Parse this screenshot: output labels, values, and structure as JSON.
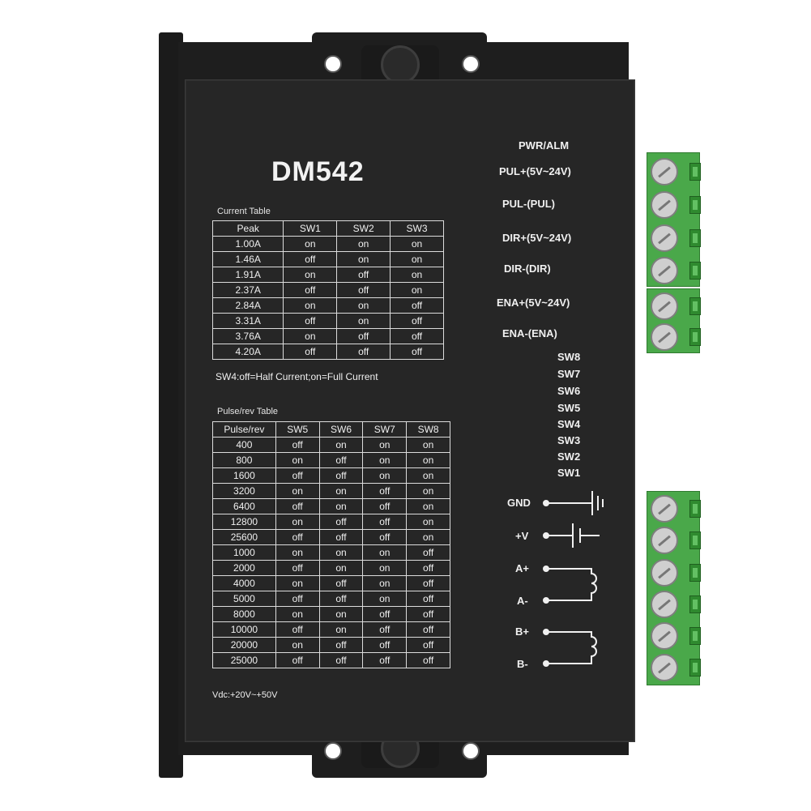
{
  "product": {
    "model": "DM542"
  },
  "current_table": {
    "title": "Current Table",
    "headers": [
      "Peak",
      "SW1",
      "SW2",
      "SW3"
    ],
    "rows": [
      [
        "1.00A",
        "on",
        "on",
        "on"
      ],
      [
        "1.46A",
        "off",
        "on",
        "on"
      ],
      [
        "1.91A",
        "on",
        "off",
        "on"
      ],
      [
        "2.37A",
        "off",
        "off",
        "on"
      ],
      [
        "2.84A",
        "on",
        "on",
        "off"
      ],
      [
        "3.31A",
        "off",
        "on",
        "off"
      ],
      [
        "3.76A",
        "on",
        "off",
        "off"
      ],
      [
        "4.20A",
        "off",
        "off",
        "off"
      ]
    ],
    "note": "SW4:off=Half Current;on=Full Current"
  },
  "pulse_table": {
    "title": "Pulse/rev Table",
    "headers": [
      "Pulse/rev",
      "SW5",
      "SW6",
      "SW7",
      "SW8"
    ],
    "rows": [
      [
        "400",
        "off",
        "on",
        "on",
        "on"
      ],
      [
        "800",
        "on",
        "off",
        "on",
        "on"
      ],
      [
        "1600",
        "off",
        "off",
        "on",
        "on"
      ],
      [
        "3200",
        "on",
        "on",
        "off",
        "on"
      ],
      [
        "6400",
        "off",
        "on",
        "off",
        "on"
      ],
      [
        "12800",
        "on",
        "off",
        "off",
        "on"
      ],
      [
        "25600",
        "off",
        "off",
        "off",
        "on"
      ],
      [
        "1000",
        "on",
        "on",
        "on",
        "off"
      ],
      [
        "2000",
        "off",
        "on",
        "on",
        "off"
      ],
      [
        "4000",
        "on",
        "off",
        "on",
        "off"
      ],
      [
        "5000",
        "off",
        "off",
        "on",
        "off"
      ],
      [
        "8000",
        "on",
        "on",
        "off",
        "off"
      ],
      [
        "10000",
        "off",
        "on",
        "off",
        "off"
      ],
      [
        "20000",
        "on",
        "off",
        "off",
        "off"
      ],
      [
        "25000",
        "off",
        "off",
        "off",
        "off"
      ]
    ]
  },
  "supply_note": "Vdc:+20V~+50V",
  "signal_pins": {
    "pwr_alm": "PWR/ALM",
    "pul_plus": "PUL+(5V~24V)",
    "pul_minus": "PUL-(PUL)",
    "dir_plus": "DIR+(5V~24V)",
    "dir_minus": "DIR-(DIR)",
    "ena_plus": "ENA+(5V~24V)",
    "ena_minus": "ENA-(ENA)"
  },
  "switches": [
    "SW8",
    "SW7",
    "SW6",
    "SW5",
    "SW4",
    "SW3",
    "SW2",
    "SW1"
  ],
  "power_pins": {
    "gnd": "GND",
    "vplus": "+V",
    "a_plus": "A+",
    "a_minus": "A-",
    "b_plus": "B+",
    "b_minus": "B-"
  },
  "colors": {
    "body": "#1e1e1e",
    "face": "#262626",
    "print": "#f0f0f0",
    "terminal_green": "#4aa84a"
  }
}
